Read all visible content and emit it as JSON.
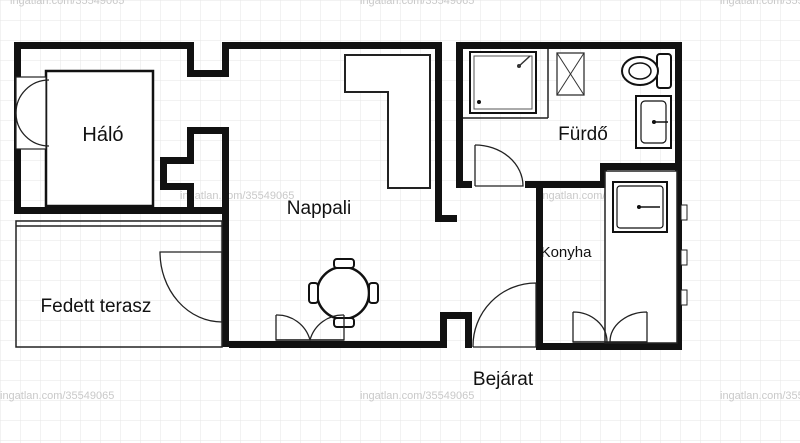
{
  "rooms": {
    "halo": "Háló",
    "nappali": "Nappali",
    "furdo": "Fürdő",
    "konyha": "Konyha",
    "terasz": "Fedett terasz",
    "bejarat": "Bejárat"
  },
  "watermark": "ingatlan.com/35549065",
  "colors": {
    "wall": "#111111",
    "grid": "#e6e6e6",
    "background": "#ffffff"
  }
}
